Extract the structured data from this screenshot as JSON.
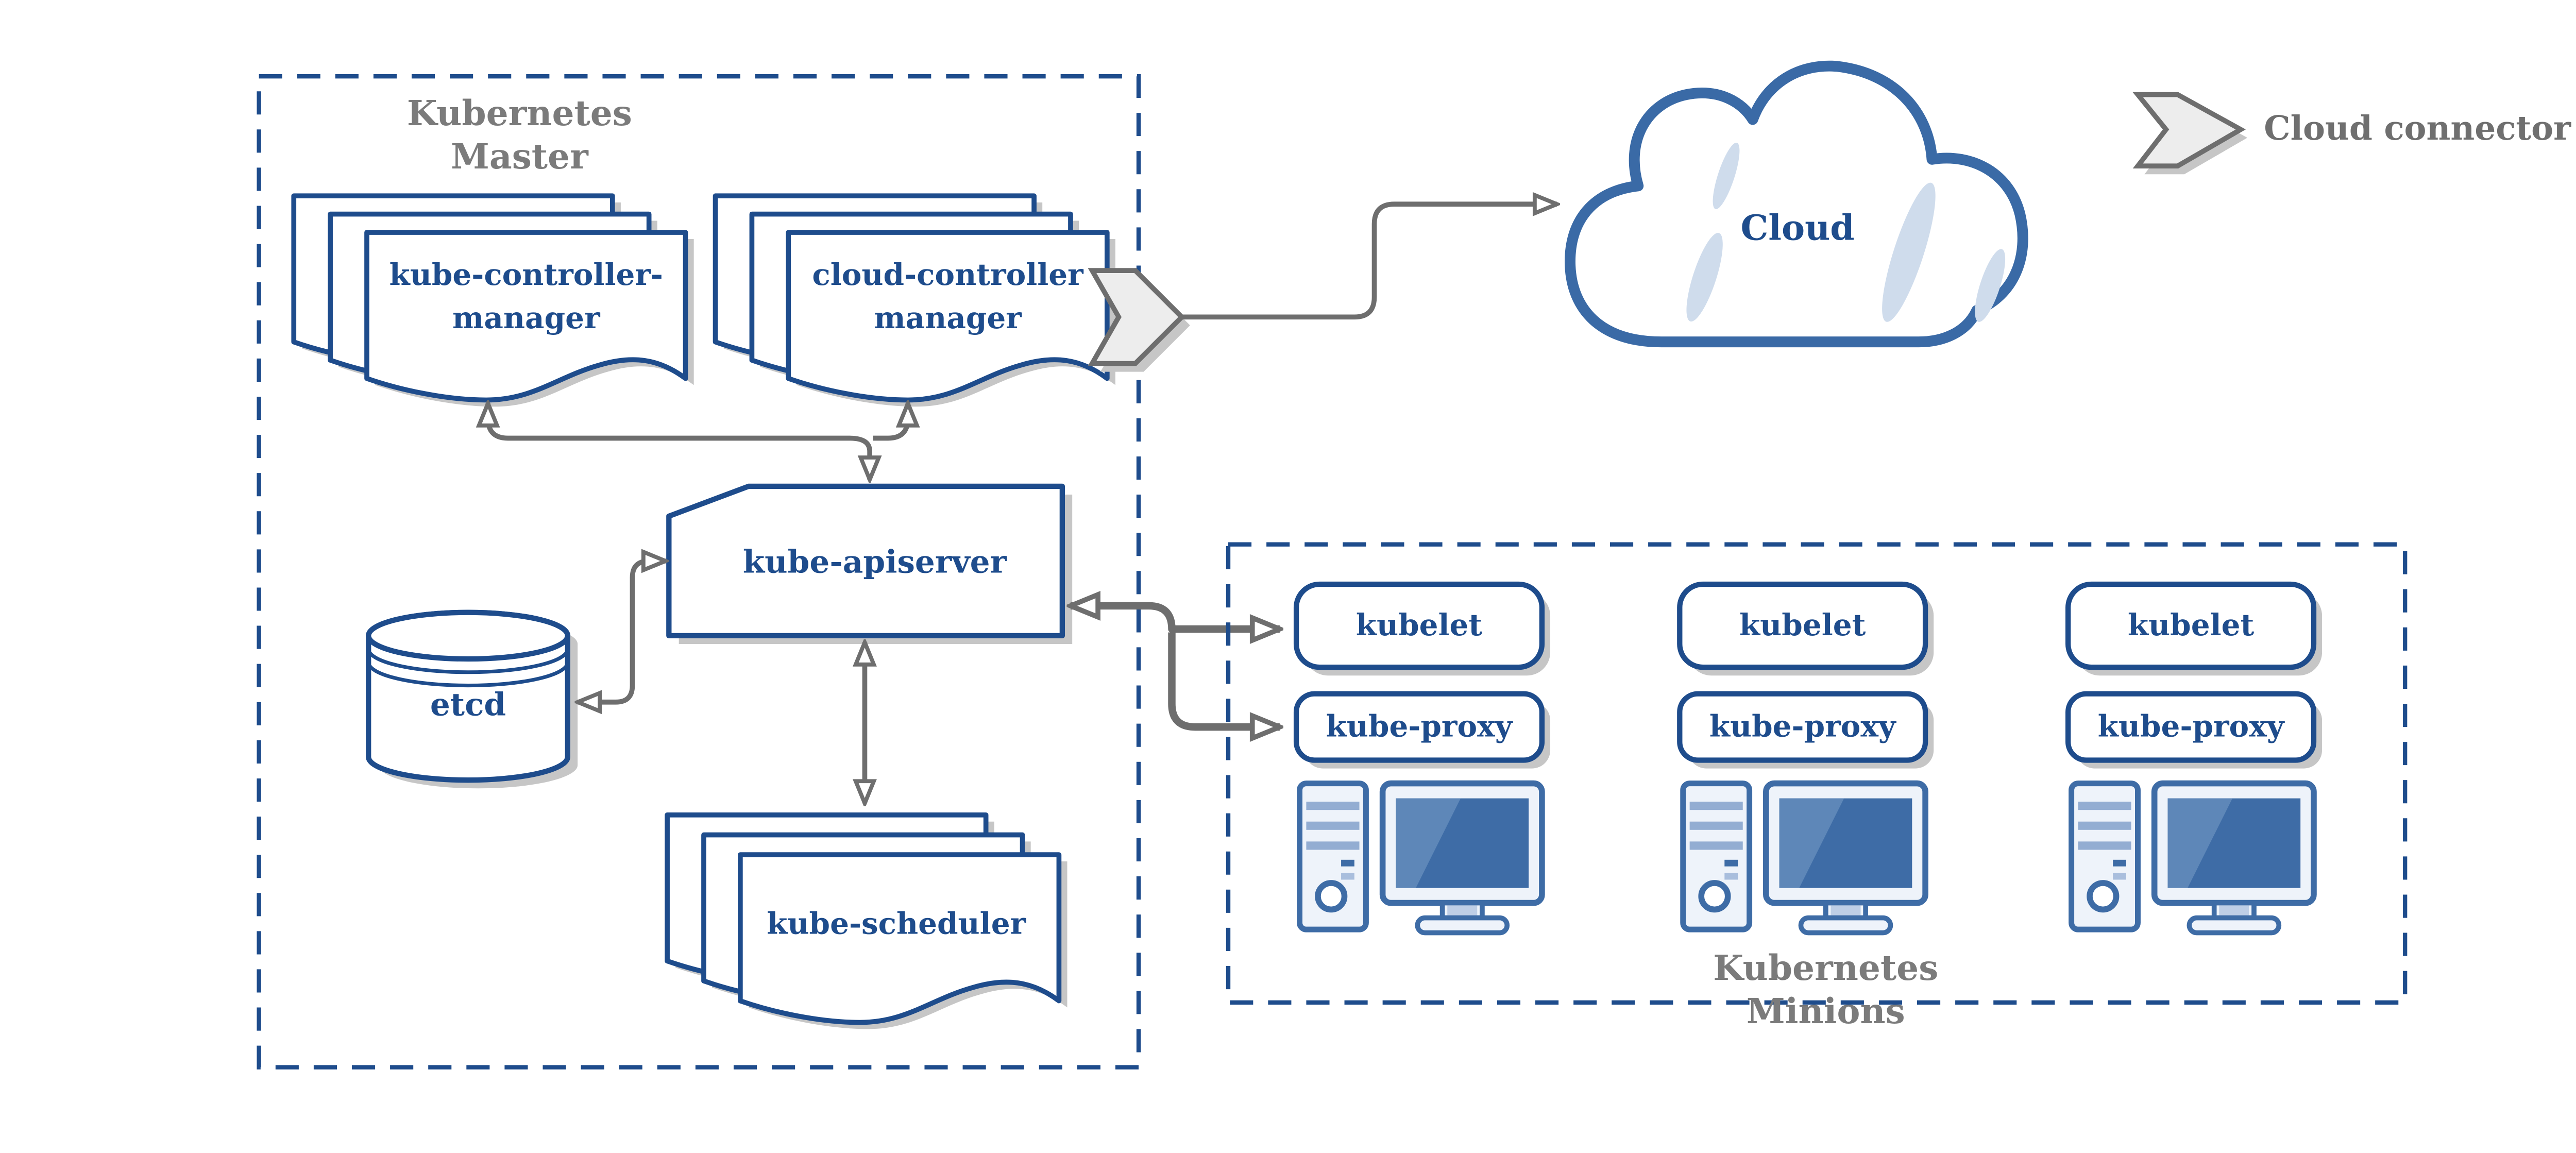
{
  "colors": {
    "primary_blue": "#1e4c8c",
    "icon_blue": "#3e6ca6",
    "icon_highlight_blue": "#5e87b8",
    "icon_stripe_blue": "#93add2",
    "icon_fill": "#eef3fa",
    "cloud_sliver_blue": "#cfdcec",
    "connector_gray": "#6e6e6e",
    "label_gray": "#7b7b7b",
    "shadow_gray": "#c6c6c6",
    "chevron_fill": "#ededed"
  },
  "master": {
    "title_line1": "Kubernetes",
    "title_line2": "Master",
    "kube_controller_manager": {
      "line1": "kube-controller-",
      "line2": "manager"
    },
    "cloud_controller_manager": {
      "line1": "cloud-controller",
      "line2": "manager"
    },
    "kube_apiserver": {
      "label": "kube-apiserver"
    },
    "etcd": {
      "label": "etcd"
    },
    "kube_scheduler": {
      "label": "kube-scheduler"
    }
  },
  "cloud": {
    "label": "Cloud"
  },
  "legend": {
    "cloud_connector_label": "Cloud connector"
  },
  "minions": {
    "title_line1": "Kubernetes",
    "title_line2": "Minions",
    "nodes": [
      {
        "kubelet": "kubelet",
        "kube_proxy": "kube-proxy"
      },
      {
        "kubelet": "kubelet",
        "kube_proxy": "kube-proxy"
      },
      {
        "kubelet": "kubelet",
        "kube_proxy": "kube-proxy"
      }
    ]
  }
}
